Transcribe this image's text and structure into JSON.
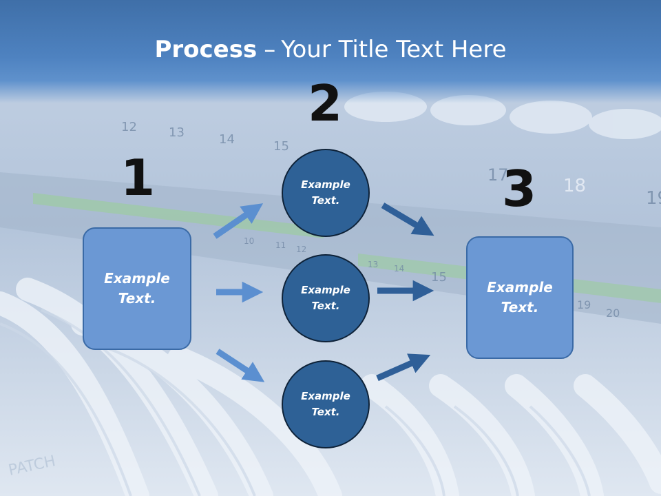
{
  "title": {
    "bold": "Process",
    "separator": "–",
    "rest": "Your Title Text Here"
  },
  "steps": {
    "one": "1",
    "two": "2",
    "three": "3"
  },
  "boxes": {
    "left": "Example Text.",
    "right": "Example Text."
  },
  "circles": {
    "top": "Example Text.",
    "middle": "Example Text.",
    "bottom": "Example Text."
  },
  "background": {
    "port_numbers": [
      "12",
      "13",
      "14",
      "15",
      "17",
      "18",
      "19",
      "19",
      "20",
      "10",
      "11",
      "12",
      "13",
      "14",
      "15"
    ],
    "cable_label": "PATCH"
  },
  "colors": {
    "title_band": "#4e82c0",
    "box_fill": "#6b98d4",
    "circle_fill": "#2e6196",
    "arrow_light": "#5b8fd0",
    "arrow_dark": "#2f5f98",
    "number_text": "#111111"
  }
}
